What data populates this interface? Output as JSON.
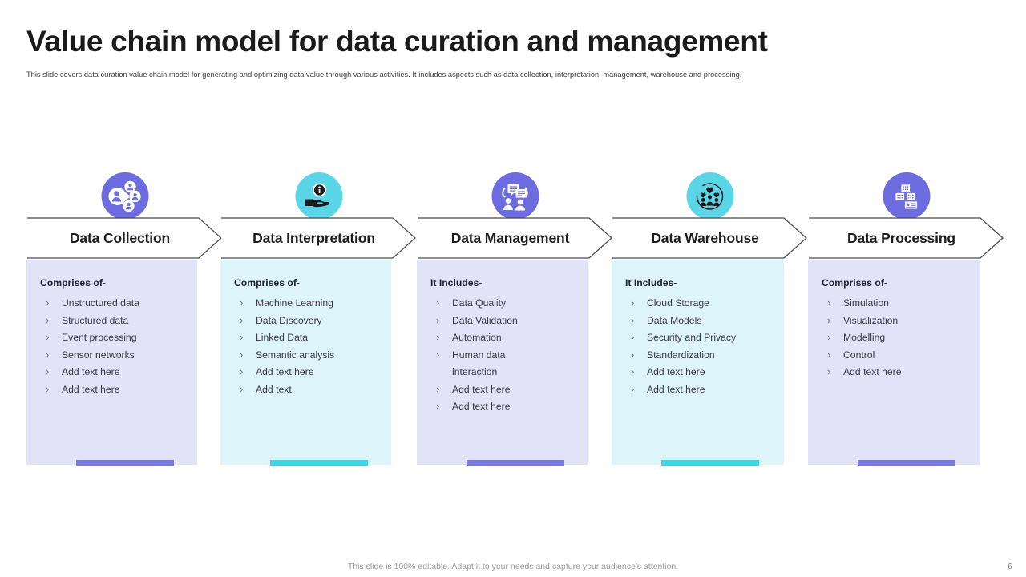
{
  "header": {
    "title": "Value chain model for data curation and management",
    "subtitle": "This slide covers data curation value chain model for generating and optimizing data value through various activities. It includes aspects such as data collection, interpretation, management,  warehouse and processing."
  },
  "colors": {
    "purple_icon": "#6c6ce0",
    "cyan_icon": "#5bd6e8",
    "panel_purple": "#e3e3f8",
    "panel_cyan": "#ddf4fb",
    "accent_purple": "#7b7ad8",
    "accent_cyan": "#41d3e2",
    "arrow_outline": "#4a4a4a",
    "title_text": "#1a1a1a"
  },
  "stages": [
    {
      "label": "Data Collection",
      "icon": "people-network-icon",
      "icon_color": "#6c6ce0",
      "panel_color": "#e3e3f8",
      "accent_color": "#7b7ad8",
      "heading": "Comprises of-",
      "items": [
        "Unstructured data",
        "Structured data",
        "Event processing",
        "Sensor networks",
        "Add text here",
        "Add text here"
      ]
    },
    {
      "label": "Data Interpretation",
      "icon": "hand-info-icon",
      "icon_color": "#5bd6e8",
      "panel_color": "#ddf4fb",
      "accent_color": "#41d3e2",
      "heading": "Comprises of-",
      "items": [
        "Machine Learning",
        "Data Discovery",
        "Linked Data",
        "Semantic analysis",
        "Add text here",
        "Add text"
      ]
    },
    {
      "label": "Data Management",
      "icon": "people-documents-icon",
      "icon_color": "#6c6ce0",
      "panel_color": "#e3e3f8",
      "accent_color": "#7b7ad8",
      "heading": "It Includes-",
      "items": [
        "Data Quality",
        "Data Validation",
        "Automation",
        "Human data interaction",
        "Add text here",
        "Add text here"
      ]
    },
    {
      "label": "Data Warehouse",
      "icon": "people-hearts-cycle-icon",
      "icon_color": "#5bd6e8",
      "panel_color": "#ddf4fb",
      "accent_color": "#41d3e2",
      "heading": "It Includes-",
      "items": [
        "Cloud Storage",
        "Data Models",
        "Security and Privacy",
        "Standardization",
        "Add text here",
        "Add text here"
      ]
    },
    {
      "label": "Data Processing",
      "icon": "server-stack-card-icon",
      "icon_color": "#6c6ce0",
      "panel_color": "#e3e3f8",
      "accent_color": "#7b7ad8",
      "heading": "Comprises of-",
      "items": [
        "Simulation",
        "Visualization",
        "Modelling",
        "Control",
        "Add text here"
      ]
    }
  ],
  "footer": {
    "note": "This slide is 100% editable. Adapt it to your needs and capture your audience's attention.",
    "page_number": "6"
  }
}
